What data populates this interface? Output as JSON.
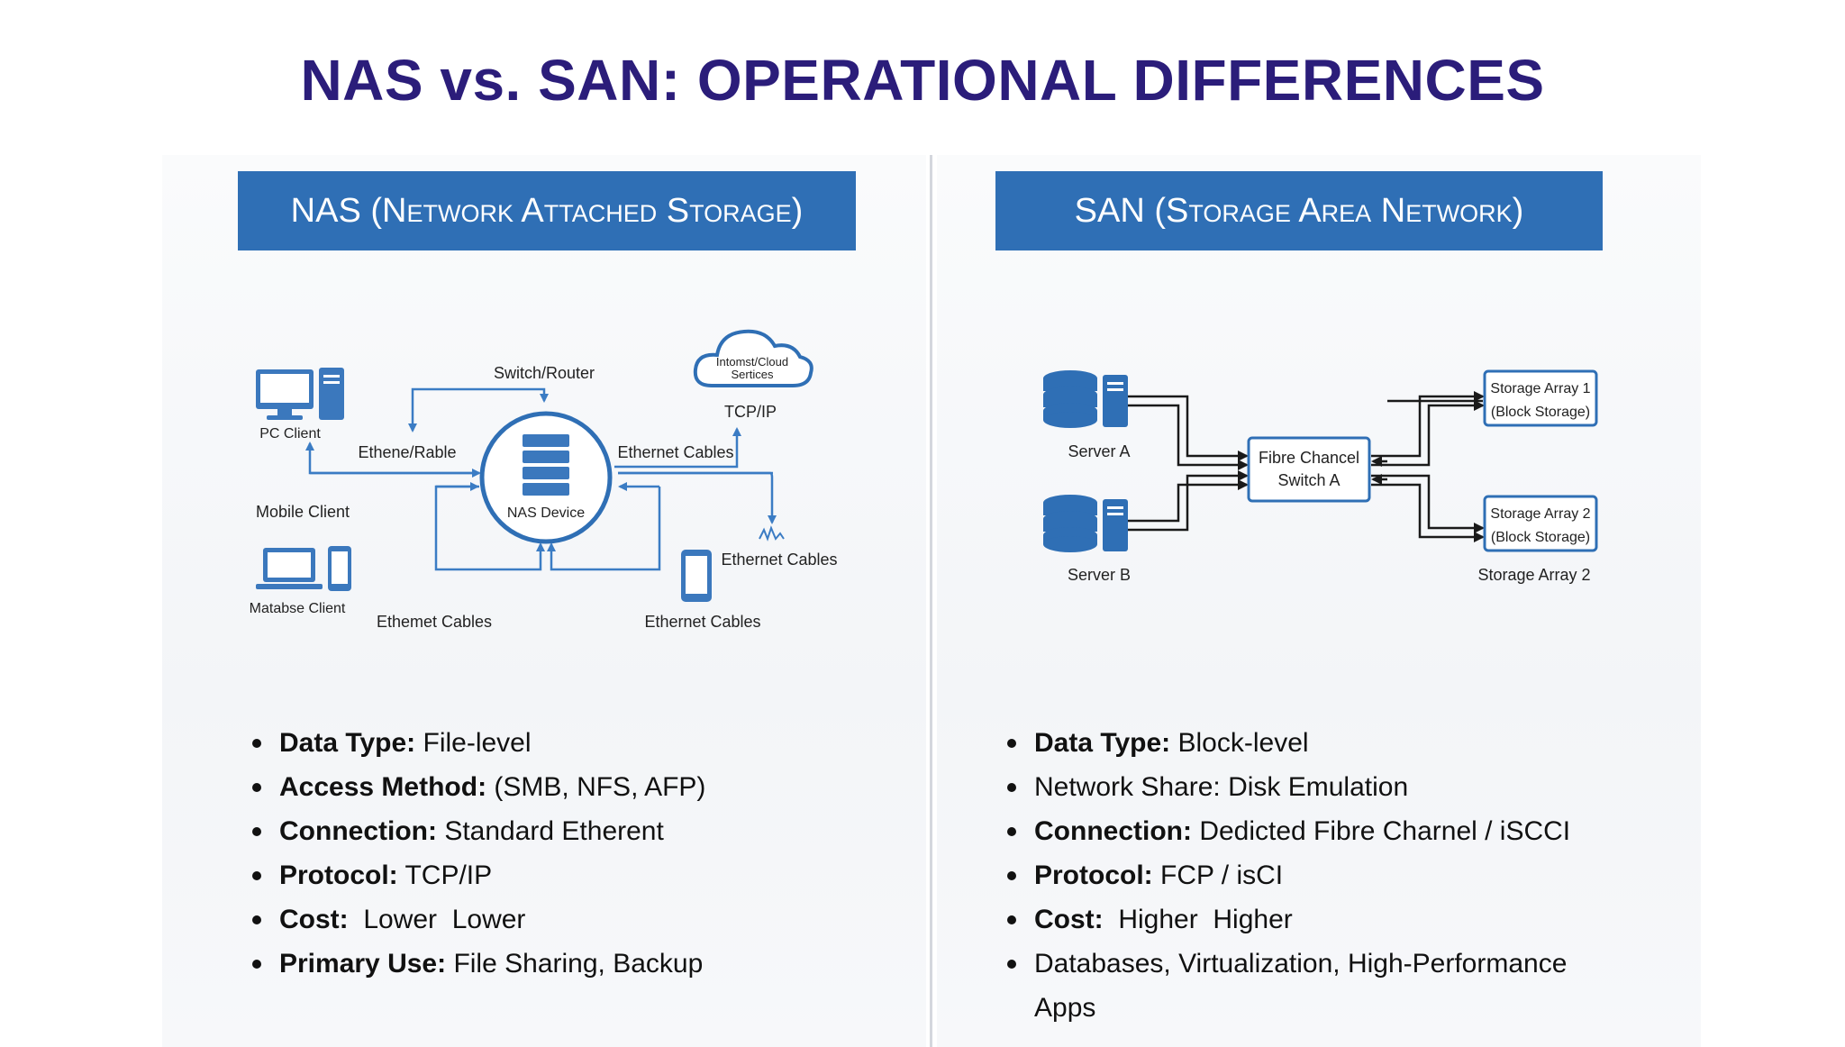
{
  "title": "NAS vs. SAN: OPERATIONAL DIFFERENCES",
  "colors": {
    "title": "#2b1d7a",
    "banner": "#2f6fb5",
    "line": "#3b7cc4",
    "dark_line": "#1a1a1a"
  },
  "nas": {
    "banner_main": "NAS",
    "banner_paren": "(Network Attached Storage)",
    "diagram": {
      "center": "NAS Device",
      "switch": "Switch/Router",
      "cloud": "Intomst/Cloud Sertices",
      "cloud_line1": "Intomst/Cloud",
      "cloud_line2": "Sertices",
      "tcpip": "TCP/IP",
      "pc_client": "PC Client",
      "mobile_client": "Mobile Client",
      "database_client": "Matabse Client",
      "ethene": "Ethene/Rable",
      "eth_top_right": "Ethernet Cables",
      "eth_right": "Ethernet Cables",
      "eth_bottom_left": "Ethemet Cables",
      "eth_bottom_right": "Ethernet Cables",
      "icons": [
        "desktop-icon",
        "tower-icon",
        "laptop-icon",
        "phone-icon",
        "server-stack-icon",
        "cloud-icon",
        "antenna-icon"
      ]
    },
    "bullets": [
      {
        "label": "Data Type:",
        "value": " File-level"
      },
      {
        "label": "Access Method:",
        "value": " (SMB, NFS, AFP)"
      },
      {
        "label": "Connection:",
        "value": " Standard Etherent"
      },
      {
        "label": "Protocol:",
        "value": " TCP/IP"
      },
      {
        "label": "Cost:",
        "value": "  Lower  Lower"
      },
      {
        "label": "Primary Use:",
        "value": " File Sharing, Backup"
      }
    ]
  },
  "san": {
    "banner_main": "SAN",
    "banner_paren": "(Storage Area Network)",
    "diagram": {
      "server_a": "Server A",
      "server_b": "Server B",
      "switch_line1": "Fibre Chancel",
      "switch_line2": "Switch A",
      "array1_line1": "Storage Array 1",
      "array1_line2": "(Block Storage)",
      "array2_line1": "Storage Array 2",
      "array2_line2": "(Block Storage)",
      "array2_caption": "Storage Array 2",
      "icons": [
        "database-icon",
        "server-tower-icon"
      ]
    },
    "bullets": [
      {
        "label": "Data Type:",
        "value": " Block-level"
      },
      {
        "label": "",
        "value": "Network Share: Disk Emulation"
      },
      {
        "label": "Connection:",
        "value": " Dedicted Fibre Charnel / iSCCI"
      },
      {
        "label": "Protocol:",
        "value": " FCP / isCI"
      },
      {
        "label": "Cost:",
        "value": "  Higher  Higher"
      },
      {
        "label": "",
        "value": "Databases, Virtualization, High-Performance",
        "cont": "Apps"
      }
    ]
  }
}
